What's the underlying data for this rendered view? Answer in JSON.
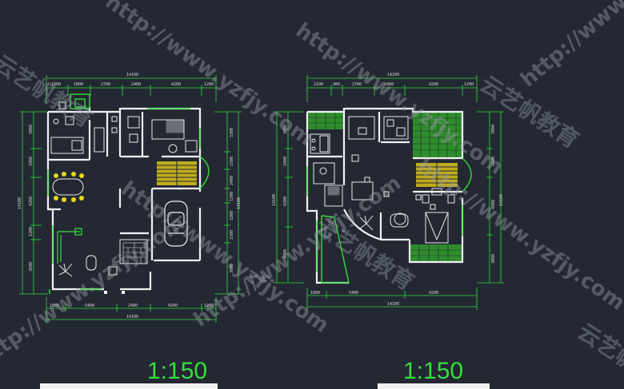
{
  "plans": [
    {
      "name": "left",
      "dims_top": [
        "14100",
        "1800",
        "1800",
        "2700",
        "2400",
        "4200",
        "1200"
      ],
      "dims_bottom": [
        "1800",
        "5400",
        "2400",
        "4200",
        "1200",
        "14100"
      ],
      "dims_left": [
        "14100",
        "3000",
        "2400",
        "4200",
        "1200",
        "3600"
      ],
      "dims_right": [
        "14100",
        "3300",
        "1500",
        "2400",
        "1200",
        "1800",
        "1500",
        "3000"
      ],
      "scale": "1:150"
    },
    {
      "name": "right",
      "dims_top": [
        "14100",
        "2100",
        "900",
        "2700",
        "2400",
        "4200",
        "1200"
      ],
      "dims_bottom": [
        "1800",
        "5400",
        "4200",
        "14100"
      ],
      "dims_left": [
        "14100",
        "3000",
        "2400",
        "4200",
        "4800"
      ],
      "dims_right": [
        "14100",
        "3000",
        "2400",
        "4800",
        "3000"
      ],
      "scale": "1:150"
    }
  ],
  "watermarks": {
    "url": "http://www.yzfjy.com",
    "cn": "云艺帆教育"
  }
}
